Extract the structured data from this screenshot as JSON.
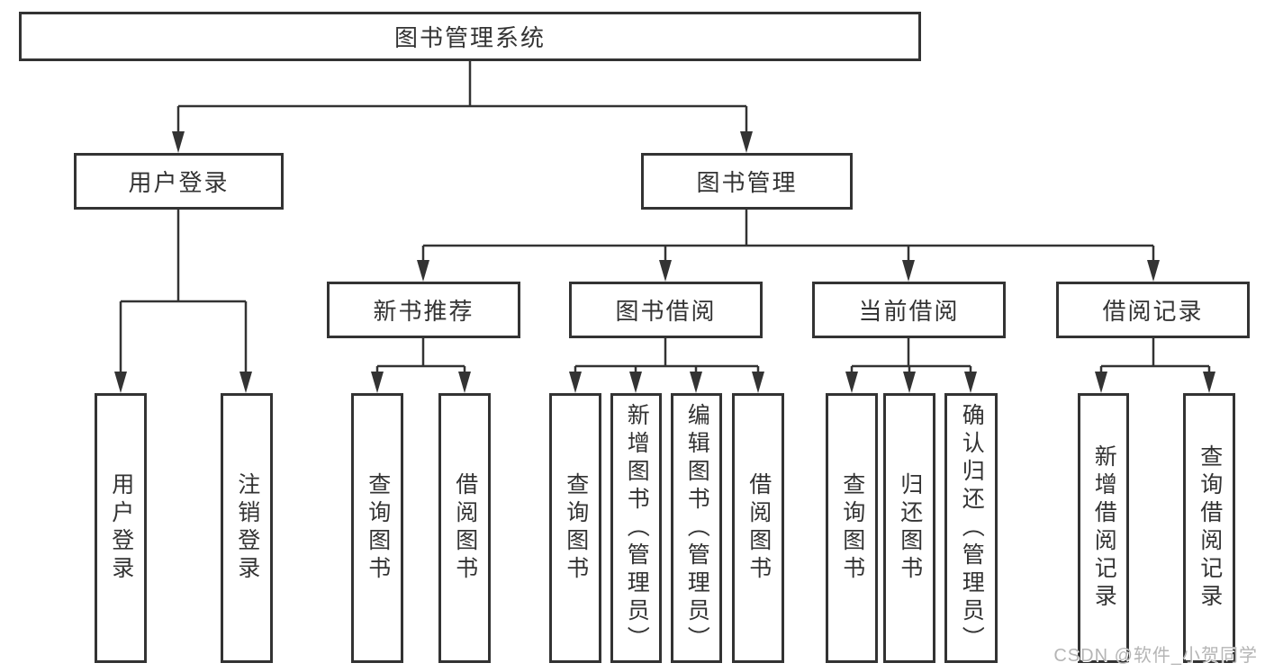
{
  "appearance": {
    "line_color": "#333333",
    "box_border_color": "#333333",
    "box_background": "#ffffff",
    "text_color": "#333333",
    "watermark_color": "#b5b5b5",
    "background": "#ffffff"
  },
  "watermark": {
    "text": "CSDN @软件_小贺同学"
  },
  "tree": {
    "label": "图书管理系统",
    "children": [
      {
        "label": "用户登录",
        "children": [
          {
            "label": "用户登录"
          },
          {
            "label": "注销登录"
          }
        ]
      },
      {
        "label": "图书管理",
        "children": [
          {
            "label": "新书推荐",
            "children": [
              {
                "label": "查询图书"
              },
              {
                "label": "借阅图书"
              }
            ]
          },
          {
            "label": "图书借阅",
            "children": [
              {
                "label": "查询图书"
              },
              {
                "label": "新增图书（管理员）"
              },
              {
                "label": "编辑图书（管理员）"
              },
              {
                "label": "借阅图书"
              }
            ]
          },
          {
            "label": "当前借阅",
            "children": [
              {
                "label": "查询图书"
              },
              {
                "label": "归还图书"
              },
              {
                "label": "确认归还（管理员）"
              }
            ]
          },
          {
            "label": "借阅记录",
            "children": [
              {
                "label": "新增借阅记录"
              },
              {
                "label": "查询借阅记录"
              }
            ]
          }
        ]
      }
    ]
  }
}
